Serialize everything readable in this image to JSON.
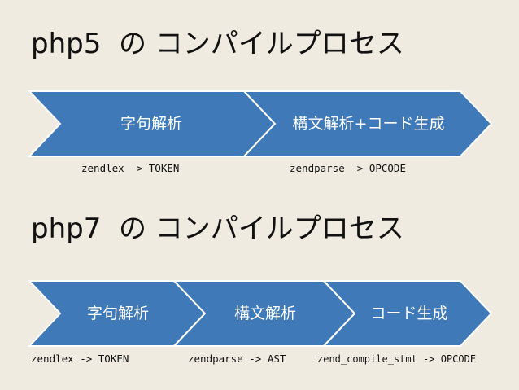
{
  "php5": {
    "title_version": "php5",
    "title_rest": "の コンパイルプロセス",
    "steps": [
      {
        "label": "字句解析",
        "caption": "zendlex -> TOKEN"
      },
      {
        "label": "構文解析+コード生成",
        "caption": "zendparse -> OPCODE"
      }
    ]
  },
  "php7": {
    "title_version": "php7",
    "title_rest": "の コンパイルプロセス",
    "steps": [
      {
        "label": "字句解析",
        "caption": "zendlex -> TOKEN"
      },
      {
        "label": "構文解析",
        "caption": "zendparse -> AST"
      },
      {
        "label": "コード生成",
        "caption": "zend_compile_stmt -> OPCODE"
      }
    ]
  },
  "colors": {
    "chevron_fill": "#3f79b8",
    "chevron_stroke": "#ffffff",
    "background": "#efebe1"
  }
}
